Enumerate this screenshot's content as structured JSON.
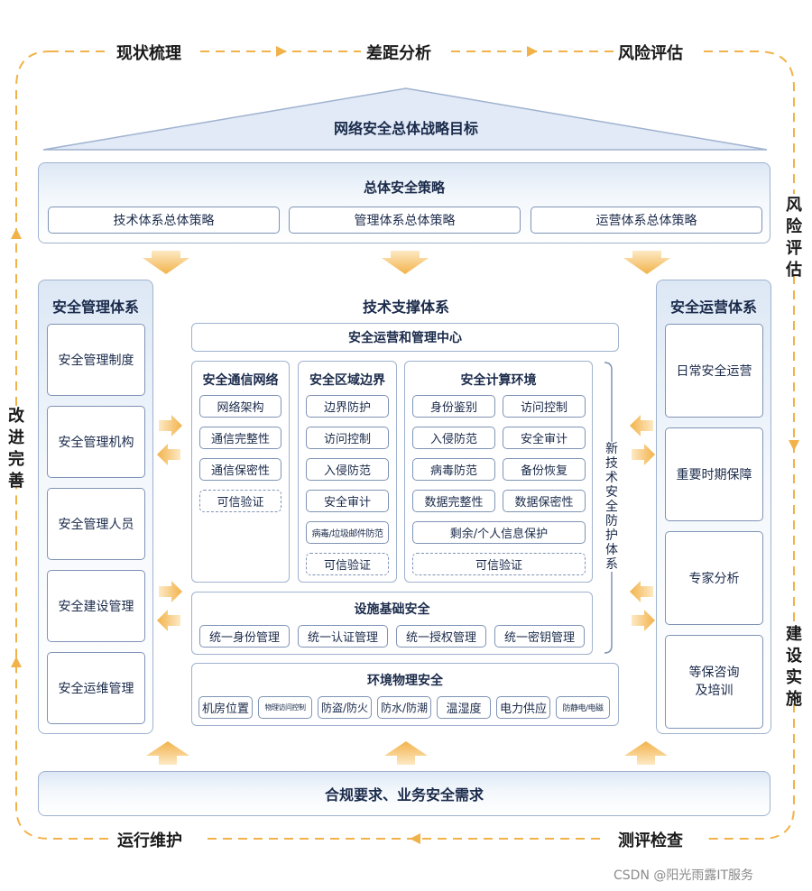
{
  "cycle": {
    "top": [
      "现状梳理",
      "差距分析",
      "风险评估"
    ],
    "right_top": "风险评估",
    "right_bottom": "建设实施",
    "bottom": [
      "运行维护",
      "测评检查"
    ],
    "left": "改进完善"
  },
  "roof": "网络安全总体战略目标",
  "overall": {
    "title": "总体安全策略",
    "items": [
      "技术体系总体策略",
      "管理体系总体策略",
      "运营体系总体策略"
    ]
  },
  "management": {
    "title": "安全管理体系",
    "items": [
      "安全管理制度",
      "安全管理机构",
      "安全管理人员",
      "安全建设管理",
      "安全运维管理"
    ]
  },
  "operations": {
    "title": "安全运营体系",
    "items": [
      "日常安全运营",
      "重要时期保障",
      "专家分析",
      "等保咨询及培训"
    ]
  },
  "tech": {
    "title": "技术支撑体系",
    "center": "安全运营和管理中心",
    "comm": {
      "title": "安全通信网络",
      "items": [
        "网络架构",
        "通信完整性",
        "通信保密性"
      ],
      "dashed": "可信验证"
    },
    "boundary": {
      "title": "安全区域边界",
      "items": [
        "边界防护",
        "访问控制",
        "入侵防范",
        "安全审计",
        "病毒/垃圾邮件防范"
      ],
      "dashed": "可信验证"
    },
    "compute": {
      "title": "安全计算环境",
      "items": [
        "身份鉴别",
        "访问控制",
        "入侵防范",
        "安全审计",
        "病毒防范",
        "备份恢复",
        "数据完整性",
        "数据保密性"
      ],
      "wide": "剩余/个人信息保护",
      "dashed": "可信验证"
    },
    "side": "新技术安全防护体系",
    "infra": {
      "title": "设施基础安全",
      "items": [
        "统一身份管理",
        "统一认证管理",
        "统一授权管理",
        "统一密钥管理"
      ]
    },
    "env": {
      "title": "环境物理安全",
      "items": [
        "机房位置",
        "物理访问控制",
        "防盗/防火",
        "防水/防潮",
        "温湿度",
        "电力供应",
        "防静电/电磁"
      ]
    }
  },
  "base": "合规要求、业务安全需求",
  "watermark": "CSDN @阳光雨露IT服务",
  "colors": {
    "accent": "#f2b24a",
    "border": "#9fb2cf",
    "text": "#1a2a4a"
  }
}
